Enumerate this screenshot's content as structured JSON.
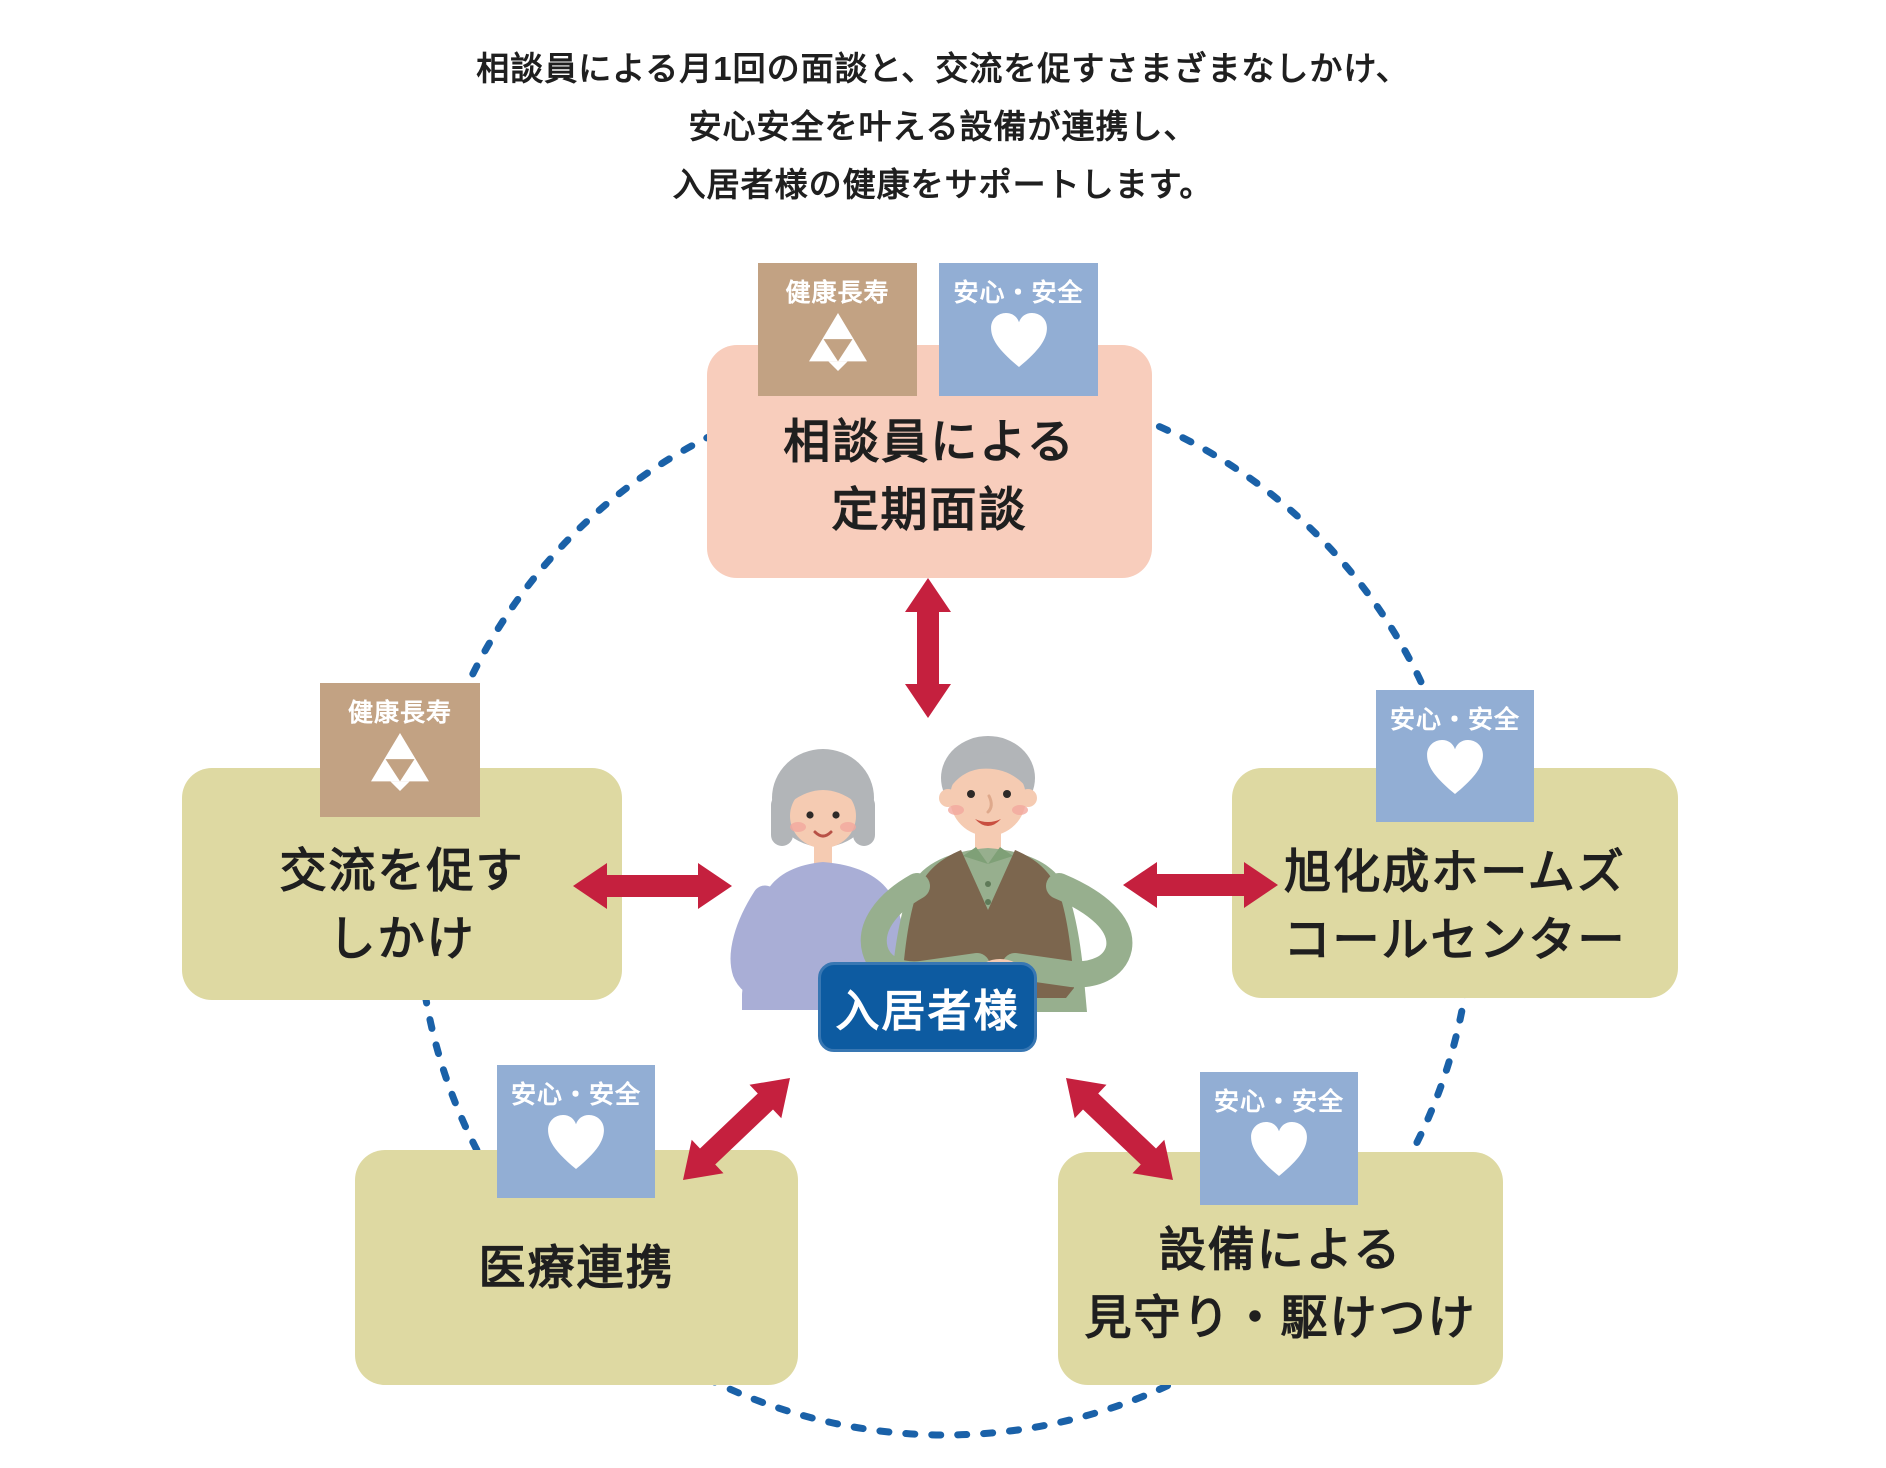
{
  "heading": {
    "lines": [
      "相談員による月1回の面談と、交流を促すさまざまなしかけ、",
      "安心安全を叶える設備が連携し、",
      "入居者様の健康をサポートします。"
    ]
  },
  "badges": {
    "kenko_choju": "健康長寿",
    "anshin_anzen": "安心・安全"
  },
  "nodes": {
    "top": {
      "lines": [
        "相談員による",
        "定期面談"
      ]
    },
    "left": {
      "lines": [
        "交流を促す",
        "しかけ"
      ]
    },
    "right": {
      "lines": [
        "旭化成ホームズ",
        "コールセンター"
      ]
    },
    "bottom_left": {
      "lines": [
        "医療連携"
      ]
    },
    "bottom_right": {
      "lines": [
        "設備による",
        "見守り・駆けつけ"
      ]
    }
  },
  "center_label": "入居者様",
  "colors": {
    "box_pink": "#f8cdbc",
    "box_olive": "#ded9a2",
    "badge_brown": "#c2a283",
    "badge_blue": "#92aed4",
    "arrow_red": "#c5203e",
    "label_navy": "#0d5ba1",
    "circle_blue": "#1a61a8",
    "text_black": "#1f1f1f"
  }
}
